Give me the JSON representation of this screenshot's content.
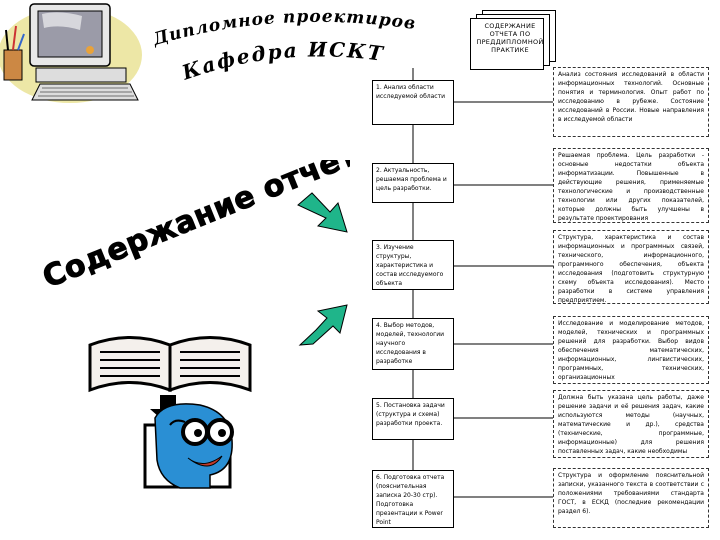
{
  "header": {
    "arc_line_1": "Дипломное проектирование",
    "arc_line_2": "Кафедра ИСКТ"
  },
  "main_title": "Содержание отчета по",
  "document_title": "СОДЕРЖАНИЕ ОТЧЕТА ПО ПРЕДДИПЛОМНОЙ ПРАКТИКЕ",
  "stages": [
    {
      "label": "1. Анализ области исследуемой области"
    },
    {
      "label": "2. Актуальность, решаемая проблема и цель разработки."
    },
    {
      "label": "3. Изучение структуры, характеристика и состав исследуемого объекта"
    },
    {
      "label": "4. Выбор методов, моделей, технологии научного исследования в разработке"
    },
    {
      "label": "5. Постановка задачи (структура и схема) разработки проекта."
    },
    {
      "label": "6. Подготовка отчета (пояснительная записка 20-30 стр). Подготовка презентации к Power Point"
    }
  ],
  "descriptions": [
    {
      "text": "Анализ состояния исследований в области информационных технологий. Основные понятия и терминология. Опыт работ по исследованию в рубеже. Состояние исследований в России. Новые направления в исследуемой области"
    },
    {
      "text": "Решаемая проблема. Цель разработки - основные недостатки объекта информатизации. Повышенные в действующие решения, применяемые технологические и производственные технологии или других показателей, которые должны быть улучшены в результате проектирования"
    },
    {
      "text": "Структура, характеристика и состав информационных и программных связей, технического, информационного, программного обеспечения, объекта исследования (подготовить структурную схему объекта исследования). Место разработки в системе управления предприятием."
    },
    {
      "text": "Исследование и моделирование методов, моделей, технических и программных решений для разработки. Выбор видов обеспечения математических, информационных, лингвистических, программных, технических, организационных"
    },
    {
      "text": "Должна быть указана цель работы, даже решение задачи и её решения задач, какие используются методы (научных, математические и др.), средства (технические, программные, информационные) для решения поставленных задач, какие необходимы"
    },
    {
      "text": "Структура и оформление пояснительной записки, указанного текста в соответствии с положениями требованиями стандарта ГОСТ, в ЕСКД (последние рекомендации раздел 6)."
    }
  ],
  "colors": {
    "arrow_fill": "#1fb58a",
    "blob": "#ede7a6",
    "monitor_screen": "#9b9ba8",
    "screen_glow": "#e8a23a",
    "face": "#2a8fd4",
    "mouth": "#c0392b"
  }
}
